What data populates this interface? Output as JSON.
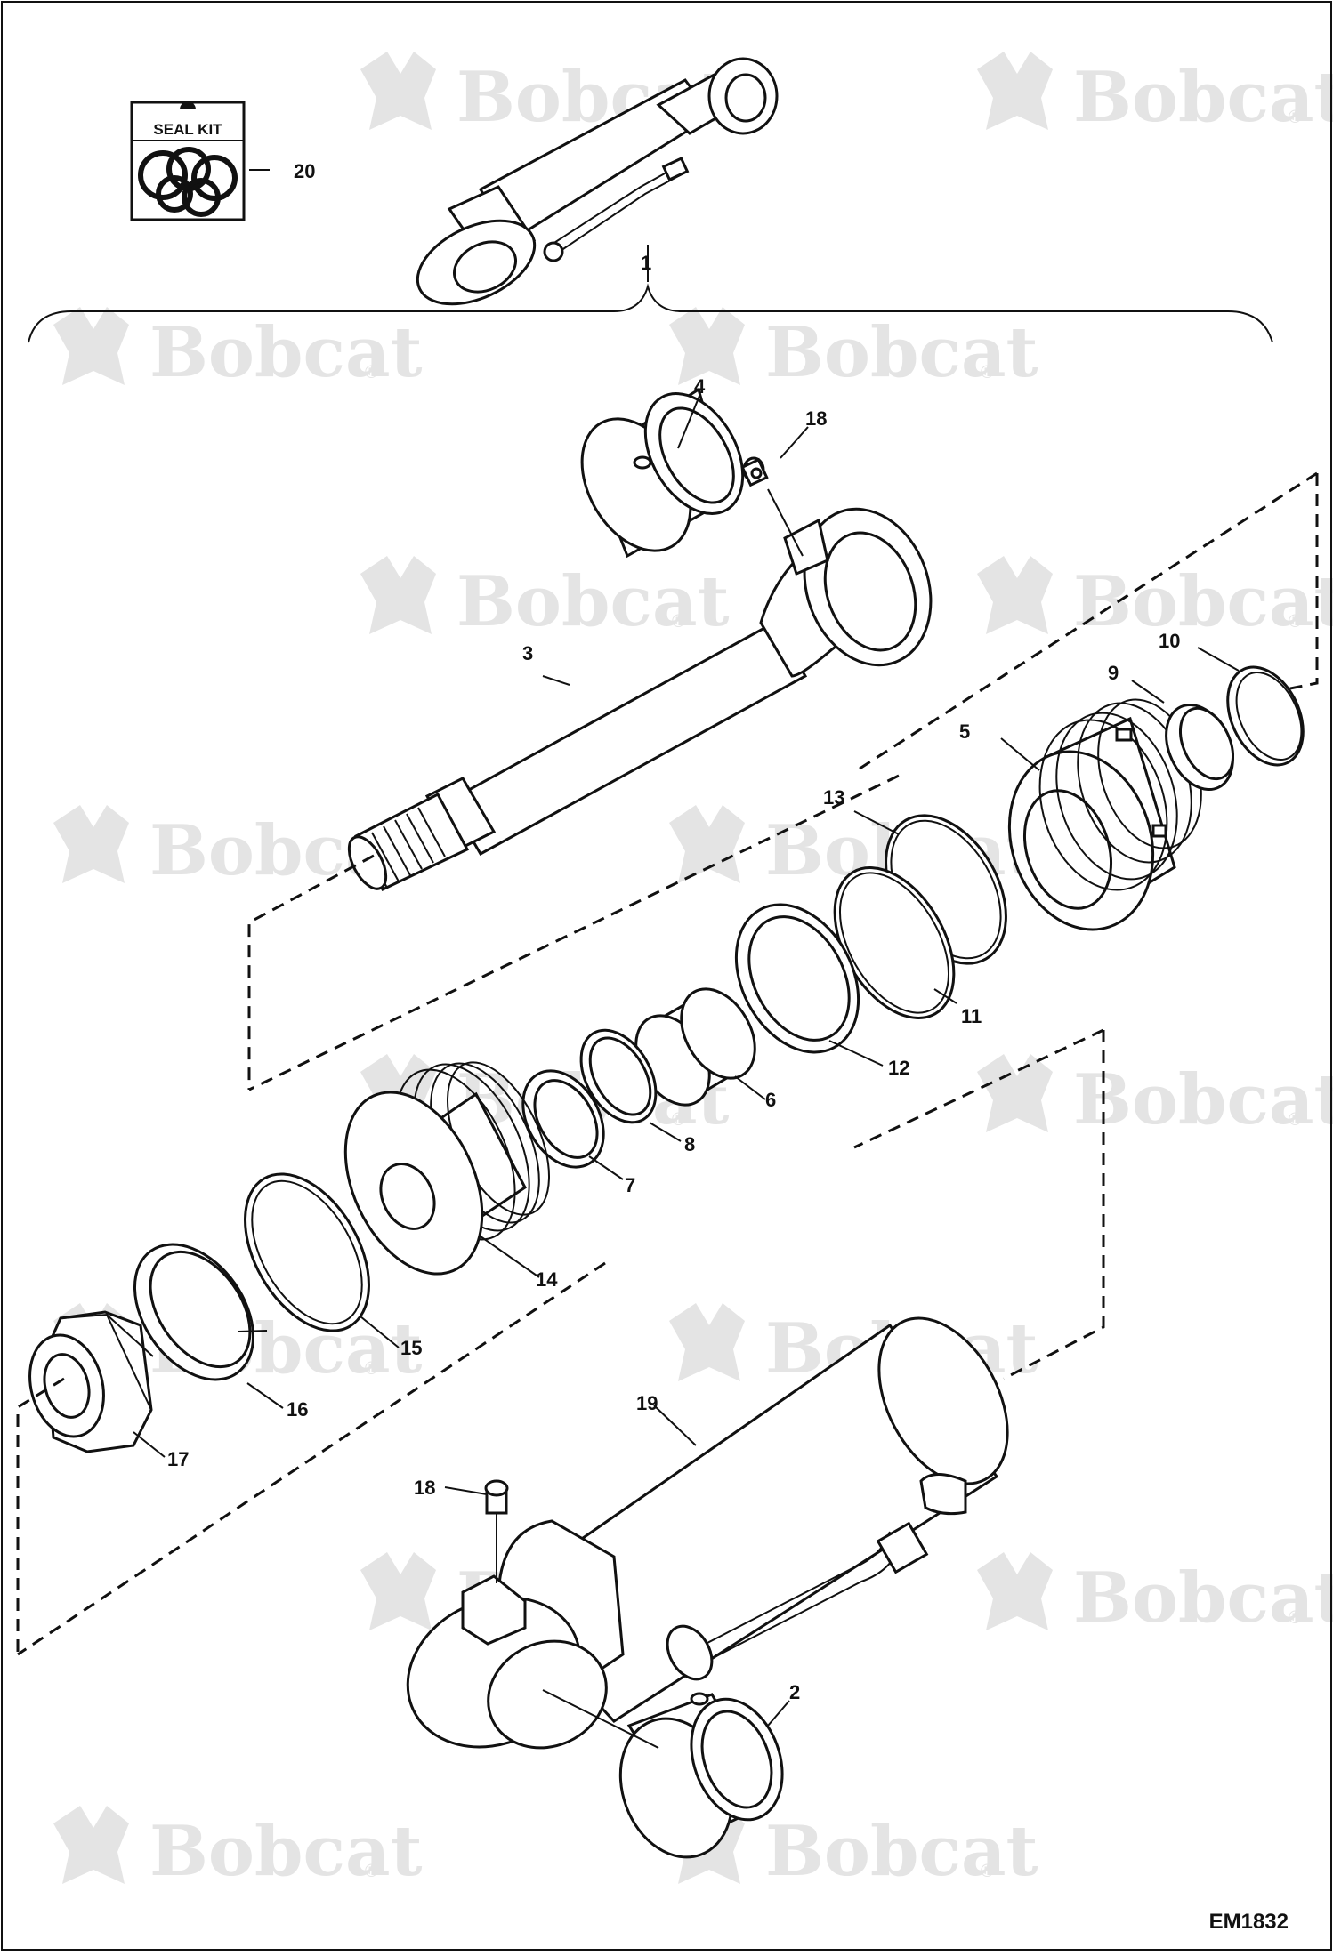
{
  "watermark": {
    "brand": "Bobcat",
    "reg_mark": "®"
  },
  "seal_kit": {
    "label": "SEAL KIT"
  },
  "drawing_code": "EM1832",
  "callouts": [
    {
      "id": "c1",
      "label": "1"
    },
    {
      "id": "c2",
      "label": "2"
    },
    {
      "id": "c3",
      "label": "3"
    },
    {
      "id": "c4",
      "label": "4"
    },
    {
      "id": "c5",
      "label": "5"
    },
    {
      "id": "c6",
      "label": "6"
    },
    {
      "id": "c7",
      "label": "7"
    },
    {
      "id": "c8",
      "label": "8"
    },
    {
      "id": "c9",
      "label": "9"
    },
    {
      "id": "c10",
      "label": "10"
    },
    {
      "id": "c11",
      "label": "11"
    },
    {
      "id": "c12",
      "label": "12"
    },
    {
      "id": "c13",
      "label": "13"
    },
    {
      "id": "c14",
      "label": "14"
    },
    {
      "id": "c15",
      "label": "15"
    },
    {
      "id": "c16",
      "label": "16"
    },
    {
      "id": "c17",
      "label": "17"
    },
    {
      "id": "c18a",
      "label": "18"
    },
    {
      "id": "c18b",
      "label": "18"
    },
    {
      "id": "c19",
      "label": "19"
    },
    {
      "id": "c20",
      "label": "20"
    }
  ]
}
